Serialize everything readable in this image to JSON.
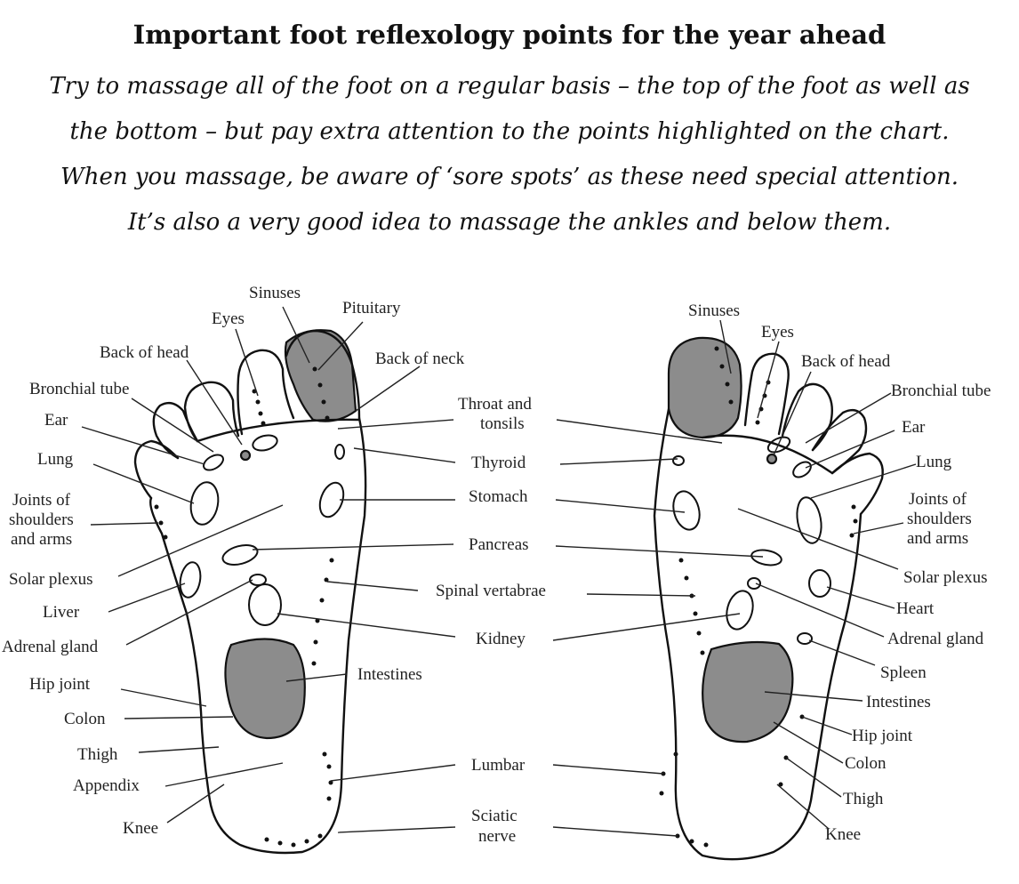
{
  "title": "Important foot reflexology points for the year ahead",
  "intro": [
    "Try to massage all of the foot on a regular basis – the top of the foot as well as",
    "the bottom – but pay extra attention to the points highlighted on the chart.",
    "When you massage, be aware of ‘sore spots’ as these need special attention.",
    "It’s also a very good idea to massage the ankles and below them."
  ],
  "left_foot": {
    "sinuses": "Sinuses",
    "pituitary": "Pituitary",
    "eyes": "Eyes",
    "back_of_head": "Back of head",
    "back_of_neck": "Back of neck",
    "bronchial_tube": "Bronchial tube",
    "ear": "Ear",
    "lung": "Lung",
    "joints_1": "Joints of",
    "joints_2": "shoulders",
    "joints_3": "and arms",
    "solar_plexus": "Solar plexus",
    "liver": "Liver",
    "adrenal_gland": "Adrenal gland",
    "hip_joint": "Hip joint",
    "colon": "Colon",
    "thigh": "Thigh",
    "appendix": "Appendix",
    "knee": "Knee"
  },
  "center": {
    "throat_1": "Throat and",
    "throat_2": "tonsils",
    "thyroid": "Thyroid",
    "stomach": "Stomach",
    "pancreas": "Pancreas",
    "spinal": "Spinal vertabrae",
    "kidney": "Kidney",
    "intestines": "Intestines",
    "lumbar": "Lumbar",
    "sciatic_1": "Sciatic",
    "sciatic_2": "nerve"
  },
  "right_foot": {
    "sinuses": "Sinuses",
    "eyes": "Eyes",
    "back_of_head": "Back of head",
    "bronchial_tube": "Bronchial tube",
    "ear": "Ear",
    "lung": "Lung",
    "joints_1": "Joints of",
    "joints_2": "shoulders",
    "joints_3": "and arms",
    "solar_plexus": "Solar plexus",
    "heart": "Heart",
    "adrenal_gland": "Adrenal gland",
    "spleen": "Spleen",
    "intestines": "Intestines",
    "hip_joint": "Hip joint",
    "colon": "Colon",
    "thigh": "Thigh",
    "knee": "Knee"
  }
}
